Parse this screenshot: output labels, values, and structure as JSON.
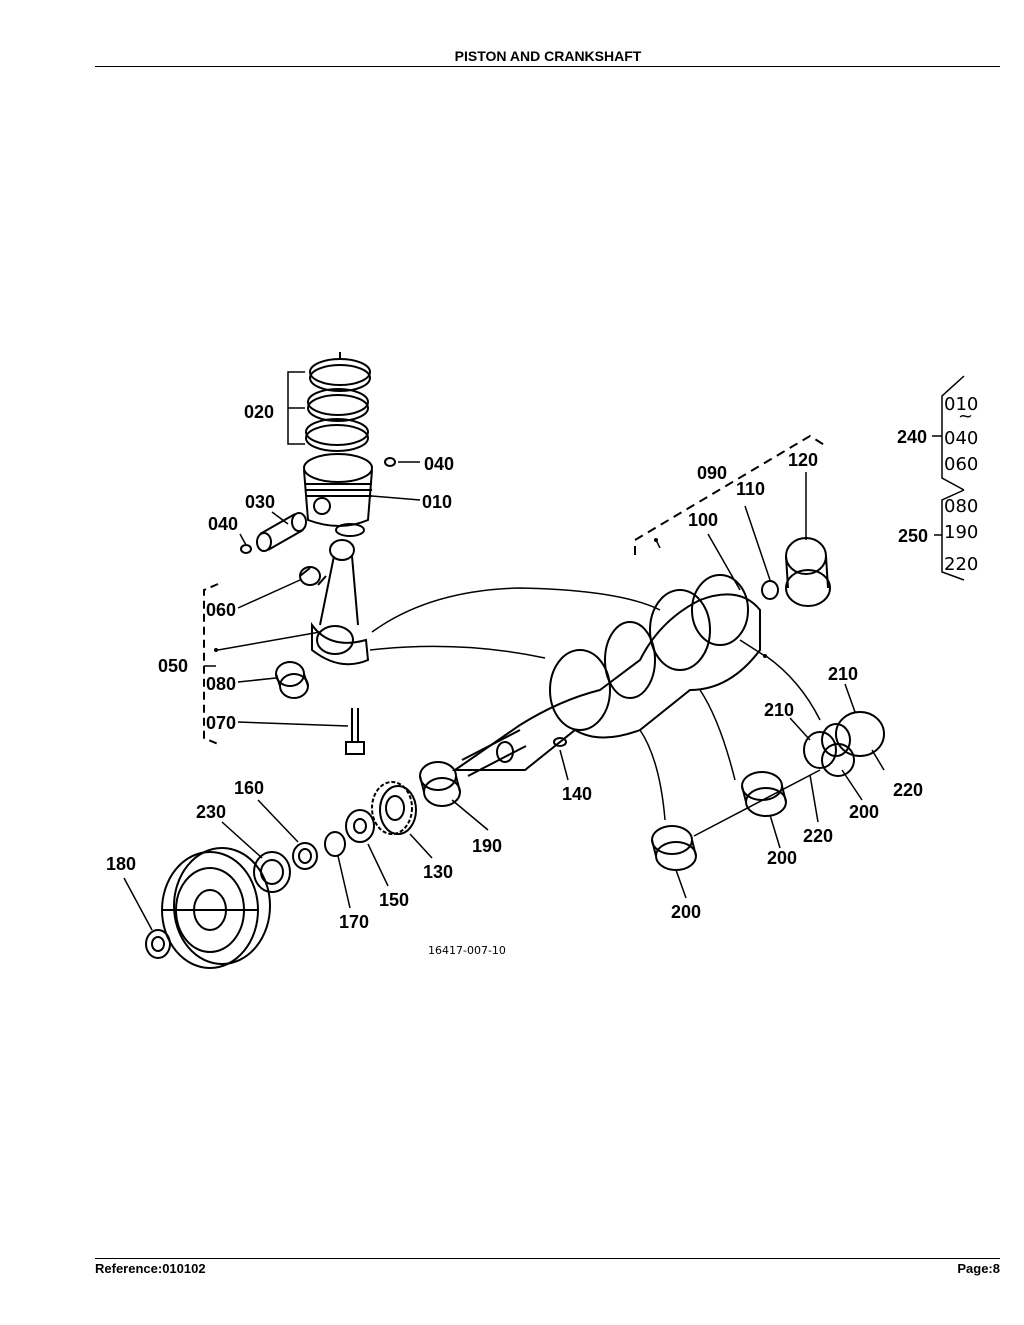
{
  "header": {
    "title": "PISTON AND CRANKSHAFT"
  },
  "footer": {
    "reference": "Reference:010102",
    "page": "Page:8"
  },
  "diagram": {
    "drawing_code": "16417-007-10",
    "labels": {
      "l010": "010",
      "l020": "020",
      "l030": "030",
      "l040a": "040",
      "l040b": "040",
      "l050": "050",
      "l060": "060",
      "l070": "070",
      "l080": "080",
      "l090": "090",
      "l100": "100",
      "l110": "110",
      "l120": "120",
      "l130": "130",
      "l140": "140",
      "l150": "150",
      "l160": "160",
      "l170": "170",
      "l180": "180",
      "l190": "190",
      "l200a": "200",
      "l200b": "200",
      "l200c": "200",
      "l210a": "210",
      "l210b": "210",
      "l220a": "220",
      "l220b": "220",
      "l230": "230",
      "l240": "240",
      "l250": "250"
    },
    "legend": {
      "g240": [
        "010",
        "040",
        "060"
      ],
      "g250": [
        "080",
        "190",
        "220"
      ]
    }
  }
}
